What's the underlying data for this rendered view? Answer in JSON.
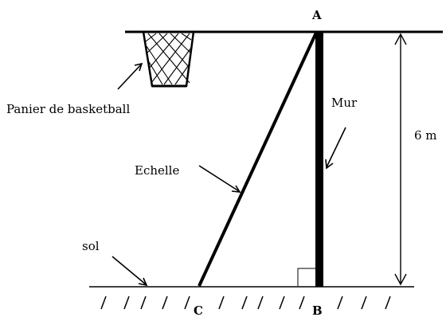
{
  "points": {
    "a": "A",
    "b": "B",
    "c": "C"
  },
  "labels": {
    "hoop": "Panier de basketball",
    "wall": "Mur",
    "ladder": "Echelle",
    "ground": "sol",
    "height": "6 m"
  }
}
